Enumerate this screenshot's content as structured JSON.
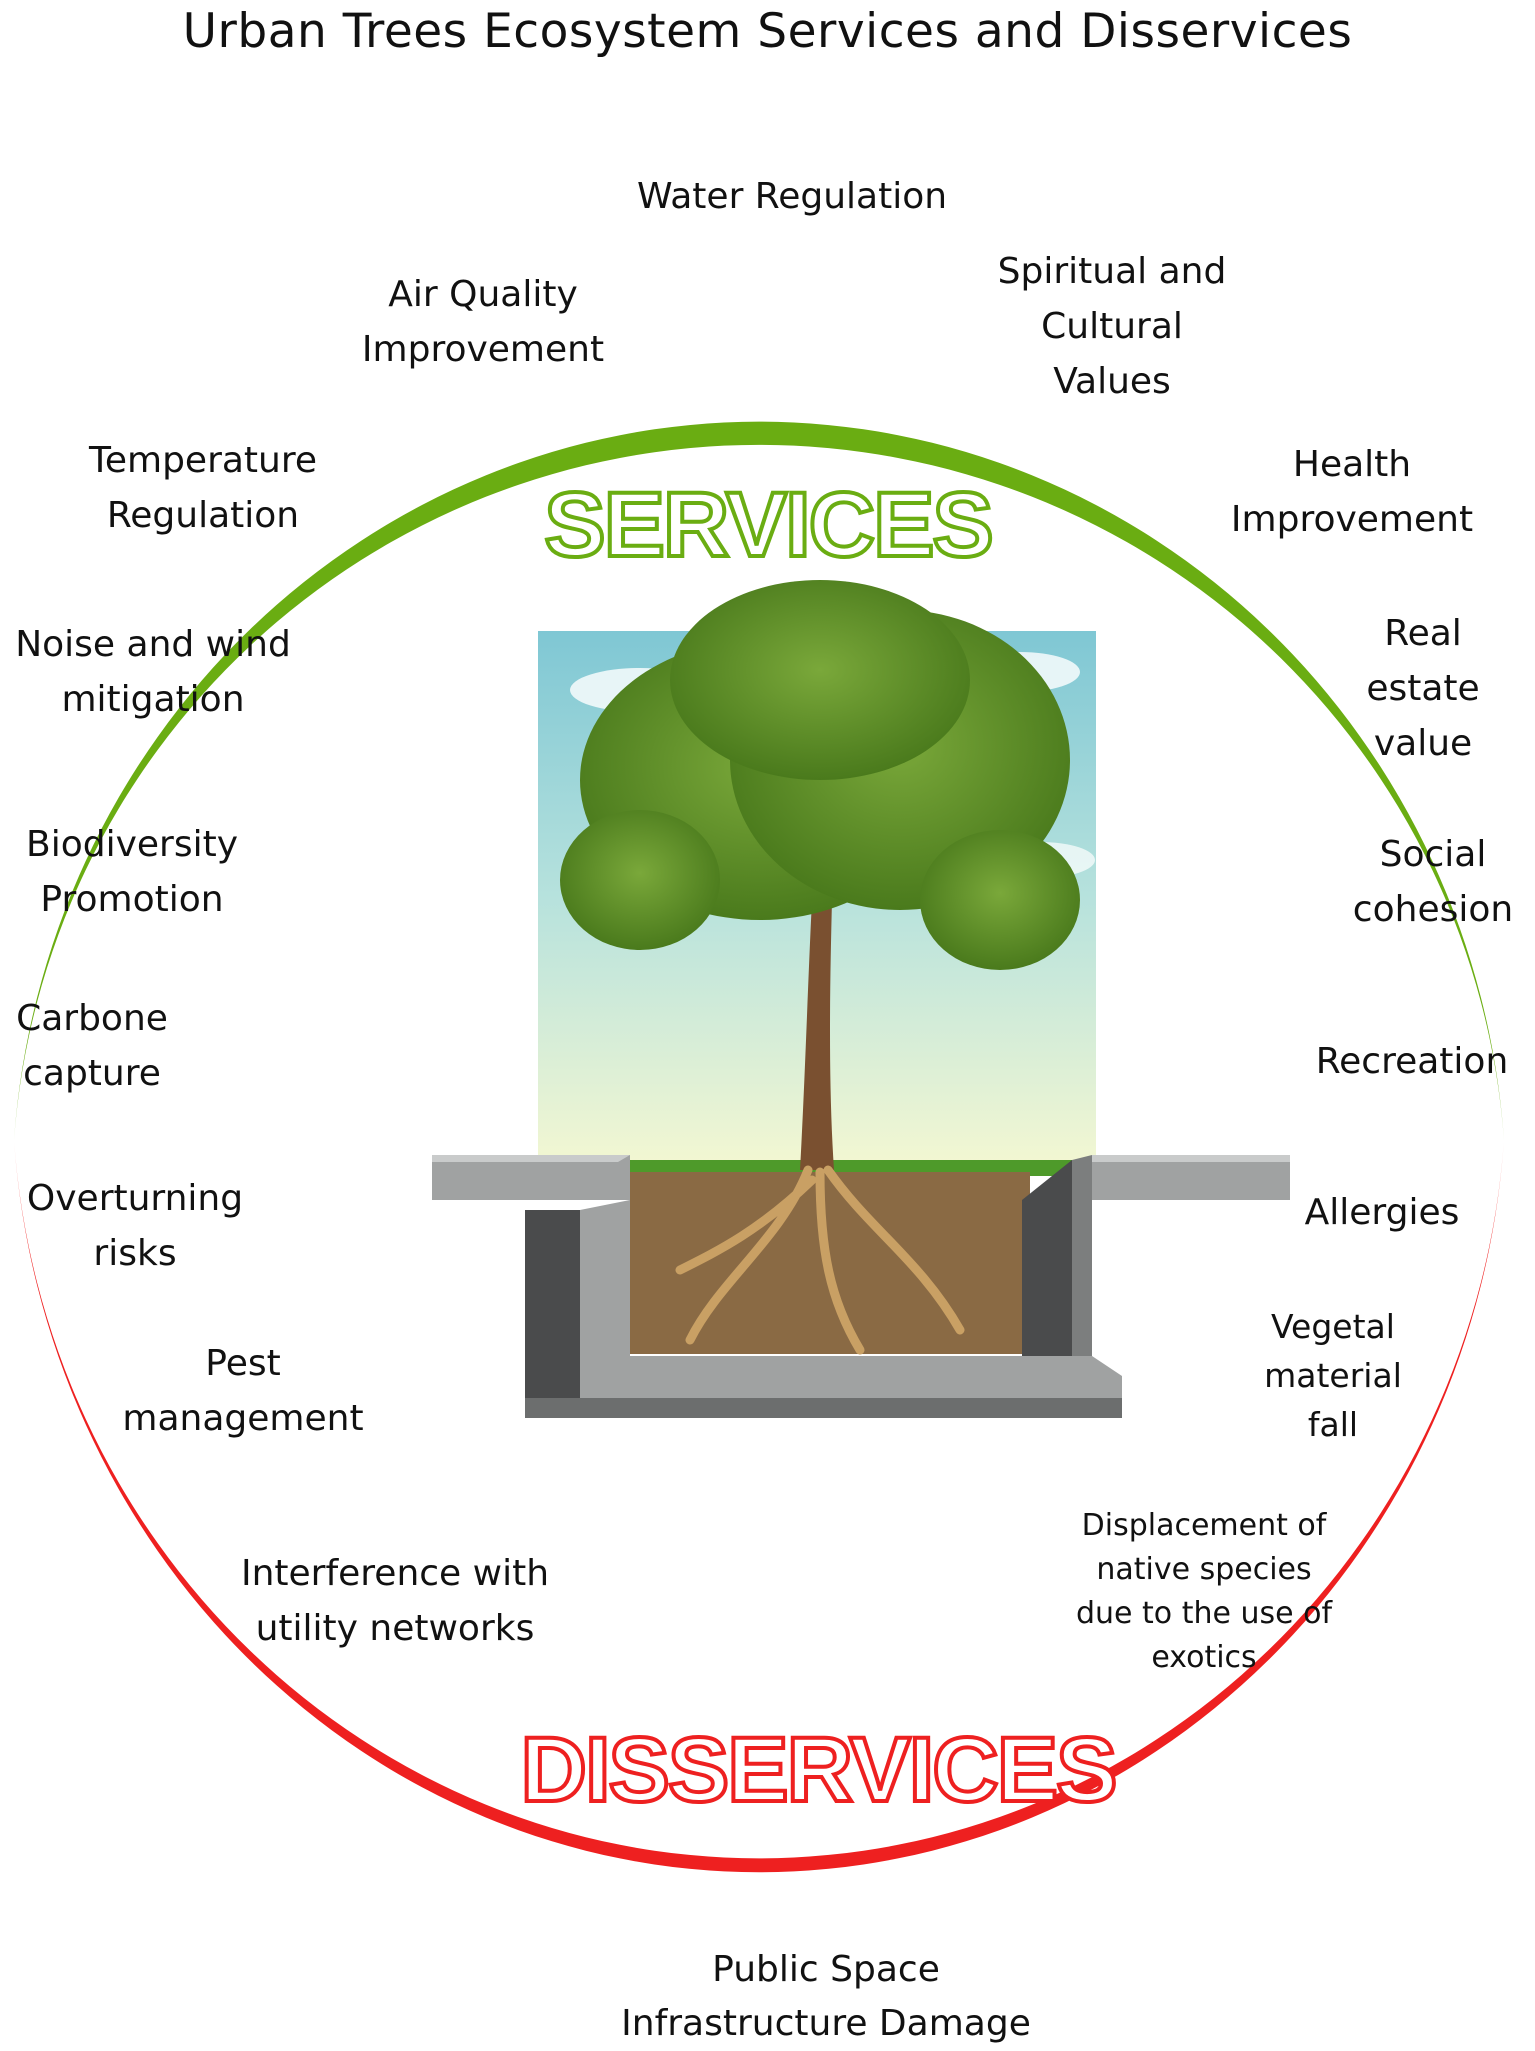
{
  "title": "Urban Trees Ecosystem Services and Disservices",
  "sections": {
    "services": "SERVICES",
    "disservices": "DISSERVICES"
  },
  "colors": {
    "services": "#6aad12",
    "disservices": "#ee2020"
  },
  "services": [
    {
      "text": "Water Regulation"
    },
    {
      "text": "Air Quality\nImprovement"
    },
    {
      "text": "Spiritual and\nCultural\nValues"
    },
    {
      "text": "Temperature\nRegulation"
    },
    {
      "text": "Health\nImprovement"
    },
    {
      "text": "Noise and wind\nmitigation"
    },
    {
      "text": "Real estate\nvalue"
    },
    {
      "text": "Biodiversity\nPromotion"
    },
    {
      "text": "Social\ncohesion"
    },
    {
      "text": "Carbone\ncapture"
    },
    {
      "text": "Recreation"
    }
  ],
  "disservices": [
    {
      "text": "Overturning\nrisks"
    },
    {
      "text": "Allergies"
    },
    {
      "text": "Pest\nmanagement"
    },
    {
      "text": "Vegetal\nmaterial\nfall"
    },
    {
      "text": "Displacement of\nnative species\ndue to the use of\nexotics"
    },
    {
      "text": "Interference with\nutility networks"
    },
    {
      "text": "Public Space\nInfrastructure Damage"
    }
  ]
}
